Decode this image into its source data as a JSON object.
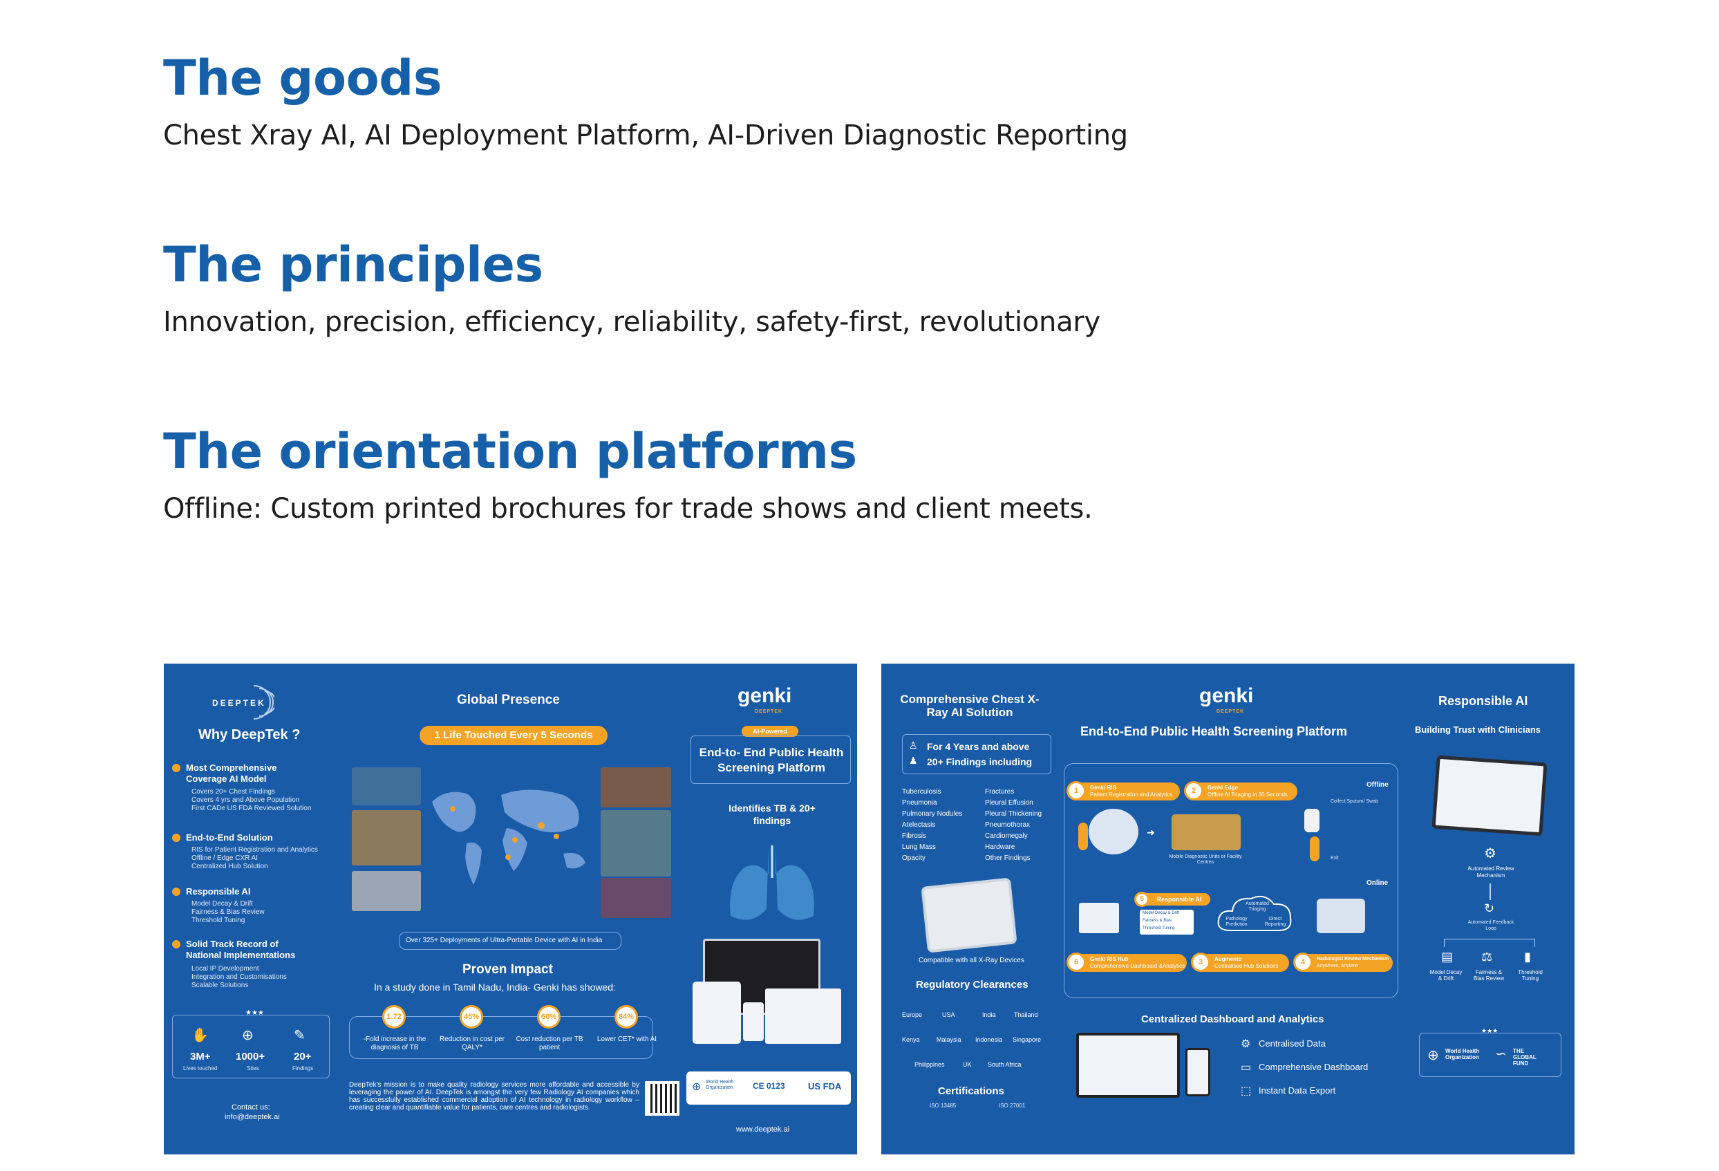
{
  "sections": [
    {
      "heading": "The goods",
      "body": "Chest Xray AI, AI Deployment Platform, AI-Driven Diagnostic Reporting"
    },
    {
      "heading": "The principles",
      "body": "Innovation, precision, efficiency, reliability, safety-first, revolutionary"
    },
    {
      "heading": "The orientation platforms",
      "body": "Offline: Custom printed brochures for trade shows and client meets."
    }
  ],
  "left_brochure": {
    "logo": "DEEPTEK",
    "why_title": "Why DeepTek ?",
    "points": [
      {
        "title": "Most Comprehensive Coverage AI Model",
        "bullets": [
          "Covers 20+ Chest Findings",
          "Covers 4 yrs and Above Population",
          "First CADe US FDA Reviewed Solution"
        ]
      },
      {
        "title": "End-to-End Solution",
        "bullets": [
          "RIS for Patient Registration and Analytics",
          "Offline / Edge CXR AI",
          "Centralized Hub Solution"
        ]
      },
      {
        "title": "Responsible AI",
        "bullets": [
          "Model Decay & Drift",
          "Fairness & Bias Review",
          "Threshold Tuning"
        ]
      },
      {
        "title": "Solid Track Record of National Implementations",
        "bullets": [
          "Local IP Development",
          "Integration and Customisations",
          "Scalable Solutions"
        ]
      }
    ],
    "stats": [
      {
        "value": "3M+",
        "label": "Lives touched"
      },
      {
        "value": "1000+",
        "label": "Sites"
      },
      {
        "value": "20+",
        "label": "Findings"
      }
    ],
    "contact_label": "Contact us:",
    "contact_email": "info@deeptek.ai",
    "global_presence": "Global Presence",
    "life_touched": "1 Life Touched Every 5 Seconds",
    "deployments": "Over 325+ Deployments of Ultra-Portable Device with AI in India",
    "proven_impact": "Proven Impact",
    "study_text": "In a study done in Tamil Nadu, India- Genki has showed:",
    "impacts": [
      {
        "value": "1.72",
        "label": "-Fold increase in the diagnosis of TB"
      },
      {
        "value": "45%",
        "label": "Reduction in cost per QALY*"
      },
      {
        "value": "60%",
        "label": "Cost reduction per TB patient"
      },
      {
        "value": "84%",
        "label": "Lower CET* with AI"
      }
    ],
    "mission": "DeepTek's mission is to make quality radiology services more affordable and accessible by leveraging the power of AI. DeepTek is amongst the very few Radiology AI companies which has successfully established commercial adoption of AI technology in radiology workflow – creating clear and quantifiable value for patients, care centres and radiologists.",
    "genki": "genki",
    "genki_sub": "DEEPTEK",
    "ai_powered": "AI-Powered",
    "e2e_title": "End-to- End Public Health Screening Platform",
    "identifies": "Identifies TB & 20+ findings",
    "who": "World Health Organization",
    "ce": "CE 0123",
    "us_fda": "US FDA",
    "website": "www.deeptek.ai"
  },
  "right_brochure": {
    "comp_title": "Comprehensive Chest X-Ray AI Solution",
    "years_line": "For 4 Years and above",
    "findings_line": "20+ Findings including",
    "findings_left": [
      "Tuberculosis",
      "Pneumonia",
      "Pulmonary Nodules",
      "Atelectasis",
      "Fibrosis",
      "Lung Mass",
      "Opacity"
    ],
    "findings_right": [
      "Fractures",
      "Pleural Effusion",
      "Pleural Thickening",
      "Pneumothorax",
      "Cardiomegaly",
      "Hardware",
      "Other Findings"
    ],
    "compatible": "Compatible with all X-Ray Devices",
    "regulatory": "Regulatory Clearances",
    "countries": [
      "Europe",
      "USA",
      "India",
      "Thailand",
      "Kenya",
      "Malaysia",
      "Indonesia",
      "Singapore",
      "Philippines",
      "UK",
      "South Africa"
    ],
    "certifications": "Certifications",
    "iso": [
      "ISO 13485",
      "ISO 27001"
    ],
    "genki": "genki",
    "genki_sub": "DEEPTEK",
    "platform_title": "End-to-End Public Health Screening Platform",
    "offline": "Offline",
    "online": "Online",
    "steps": [
      {
        "n": "1",
        "title": "Genki RIS",
        "sub": "Patient Registration and Analytics"
      },
      {
        "n": "2",
        "title": "Genki Edge",
        "sub": "Offline AI Triaging in 30 Seconds"
      },
      {
        "n": "3",
        "title": "Augmento",
        "sub": "Centralised Hub Solutions"
      },
      {
        "n": "4",
        "title": "Radiologist Review Mechanism",
        "sub": "Anywhere, Anytime"
      },
      {
        "n": "5",
        "title": "Responsible AI",
        "sub": ""
      },
      {
        "n": "6",
        "title": "Genki RIS Hub",
        "sub": "Comprehensive Dashboard &Analytics"
      }
    ],
    "collect": "Collect Sputum/ Swab",
    "mobile_units": "Mobile Diagnostic Units or Facility Centres",
    "exit": "Exit",
    "cloud_label": "Automated Triaging",
    "cloud_left": "Pathology Prediction",
    "cloud_right": "Direct Reporting",
    "resp_items": [
      "Model Decay & Drift",
      "Fairness & Bias",
      "Threshold Tuning"
    ],
    "dashboard_title": "Centralized Dashboard and Analytics",
    "dashboard_items": [
      "Centralised Data",
      "Comprehensive Dashboard",
      "Instant Data Export"
    ],
    "resp_title": "Responsible AI",
    "resp_sub": "Building Trust with Clinicians",
    "automated_review": "Automated Review Mechanism",
    "feedback_loop": "Automated Feedback Loop",
    "bottom_icons": [
      {
        "label": "Model Decay & Drift"
      },
      {
        "label": "Fairness & Bias Review"
      },
      {
        "label": "Threshold Tuning"
      }
    ],
    "who": "World Health Organization",
    "global_fund": "THE GLOBAL FUND"
  },
  "colors": {
    "heading": "#1560a8",
    "brochure_bg": "#1a5ba8",
    "accent": "#f4a324"
  }
}
